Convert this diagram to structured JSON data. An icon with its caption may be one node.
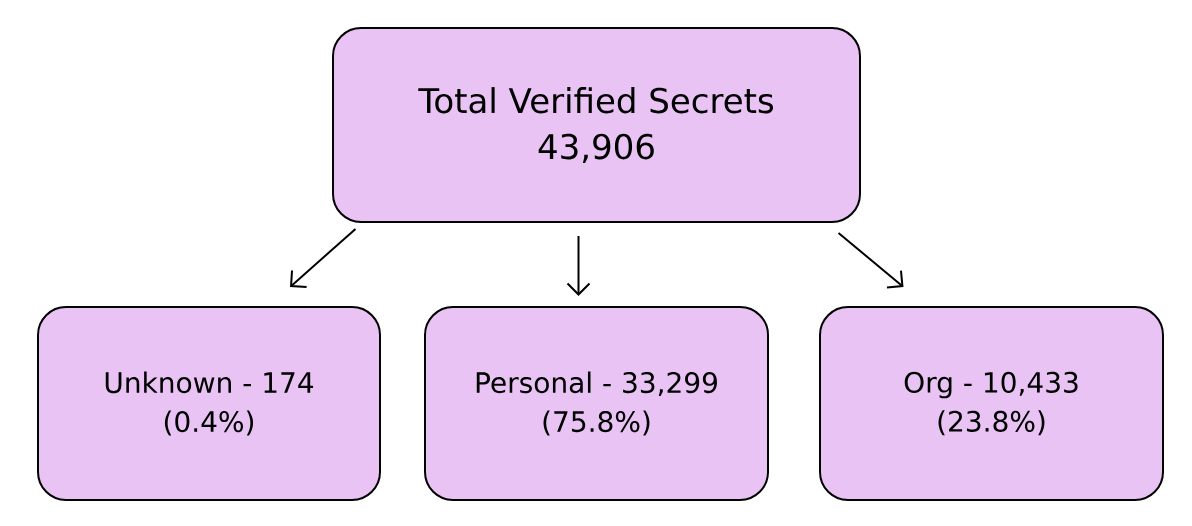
{
  "diagram": {
    "nodes": [
      {
        "text": [
          "Total Verified Secrets",
          "43,906"
        ]
      },
      {
        "text": [
          "Unknown - 174",
          "(0.4%)"
        ]
      },
      {
        "text": [
          "Personal - 33,299",
          "(75.8%)"
        ]
      },
      {
        "text": [
          "Org - 10,433",
          "(23.8%)"
        ]
      }
    ],
    "edges": [
      {
        "from": 0,
        "to": 1,
        "arrow": "to"
      },
      {
        "from": 0,
        "to": 2,
        "arrow": "to"
      },
      {
        "from": 0,
        "to": 3,
        "arrow": "to"
      }
    ]
  }
}
